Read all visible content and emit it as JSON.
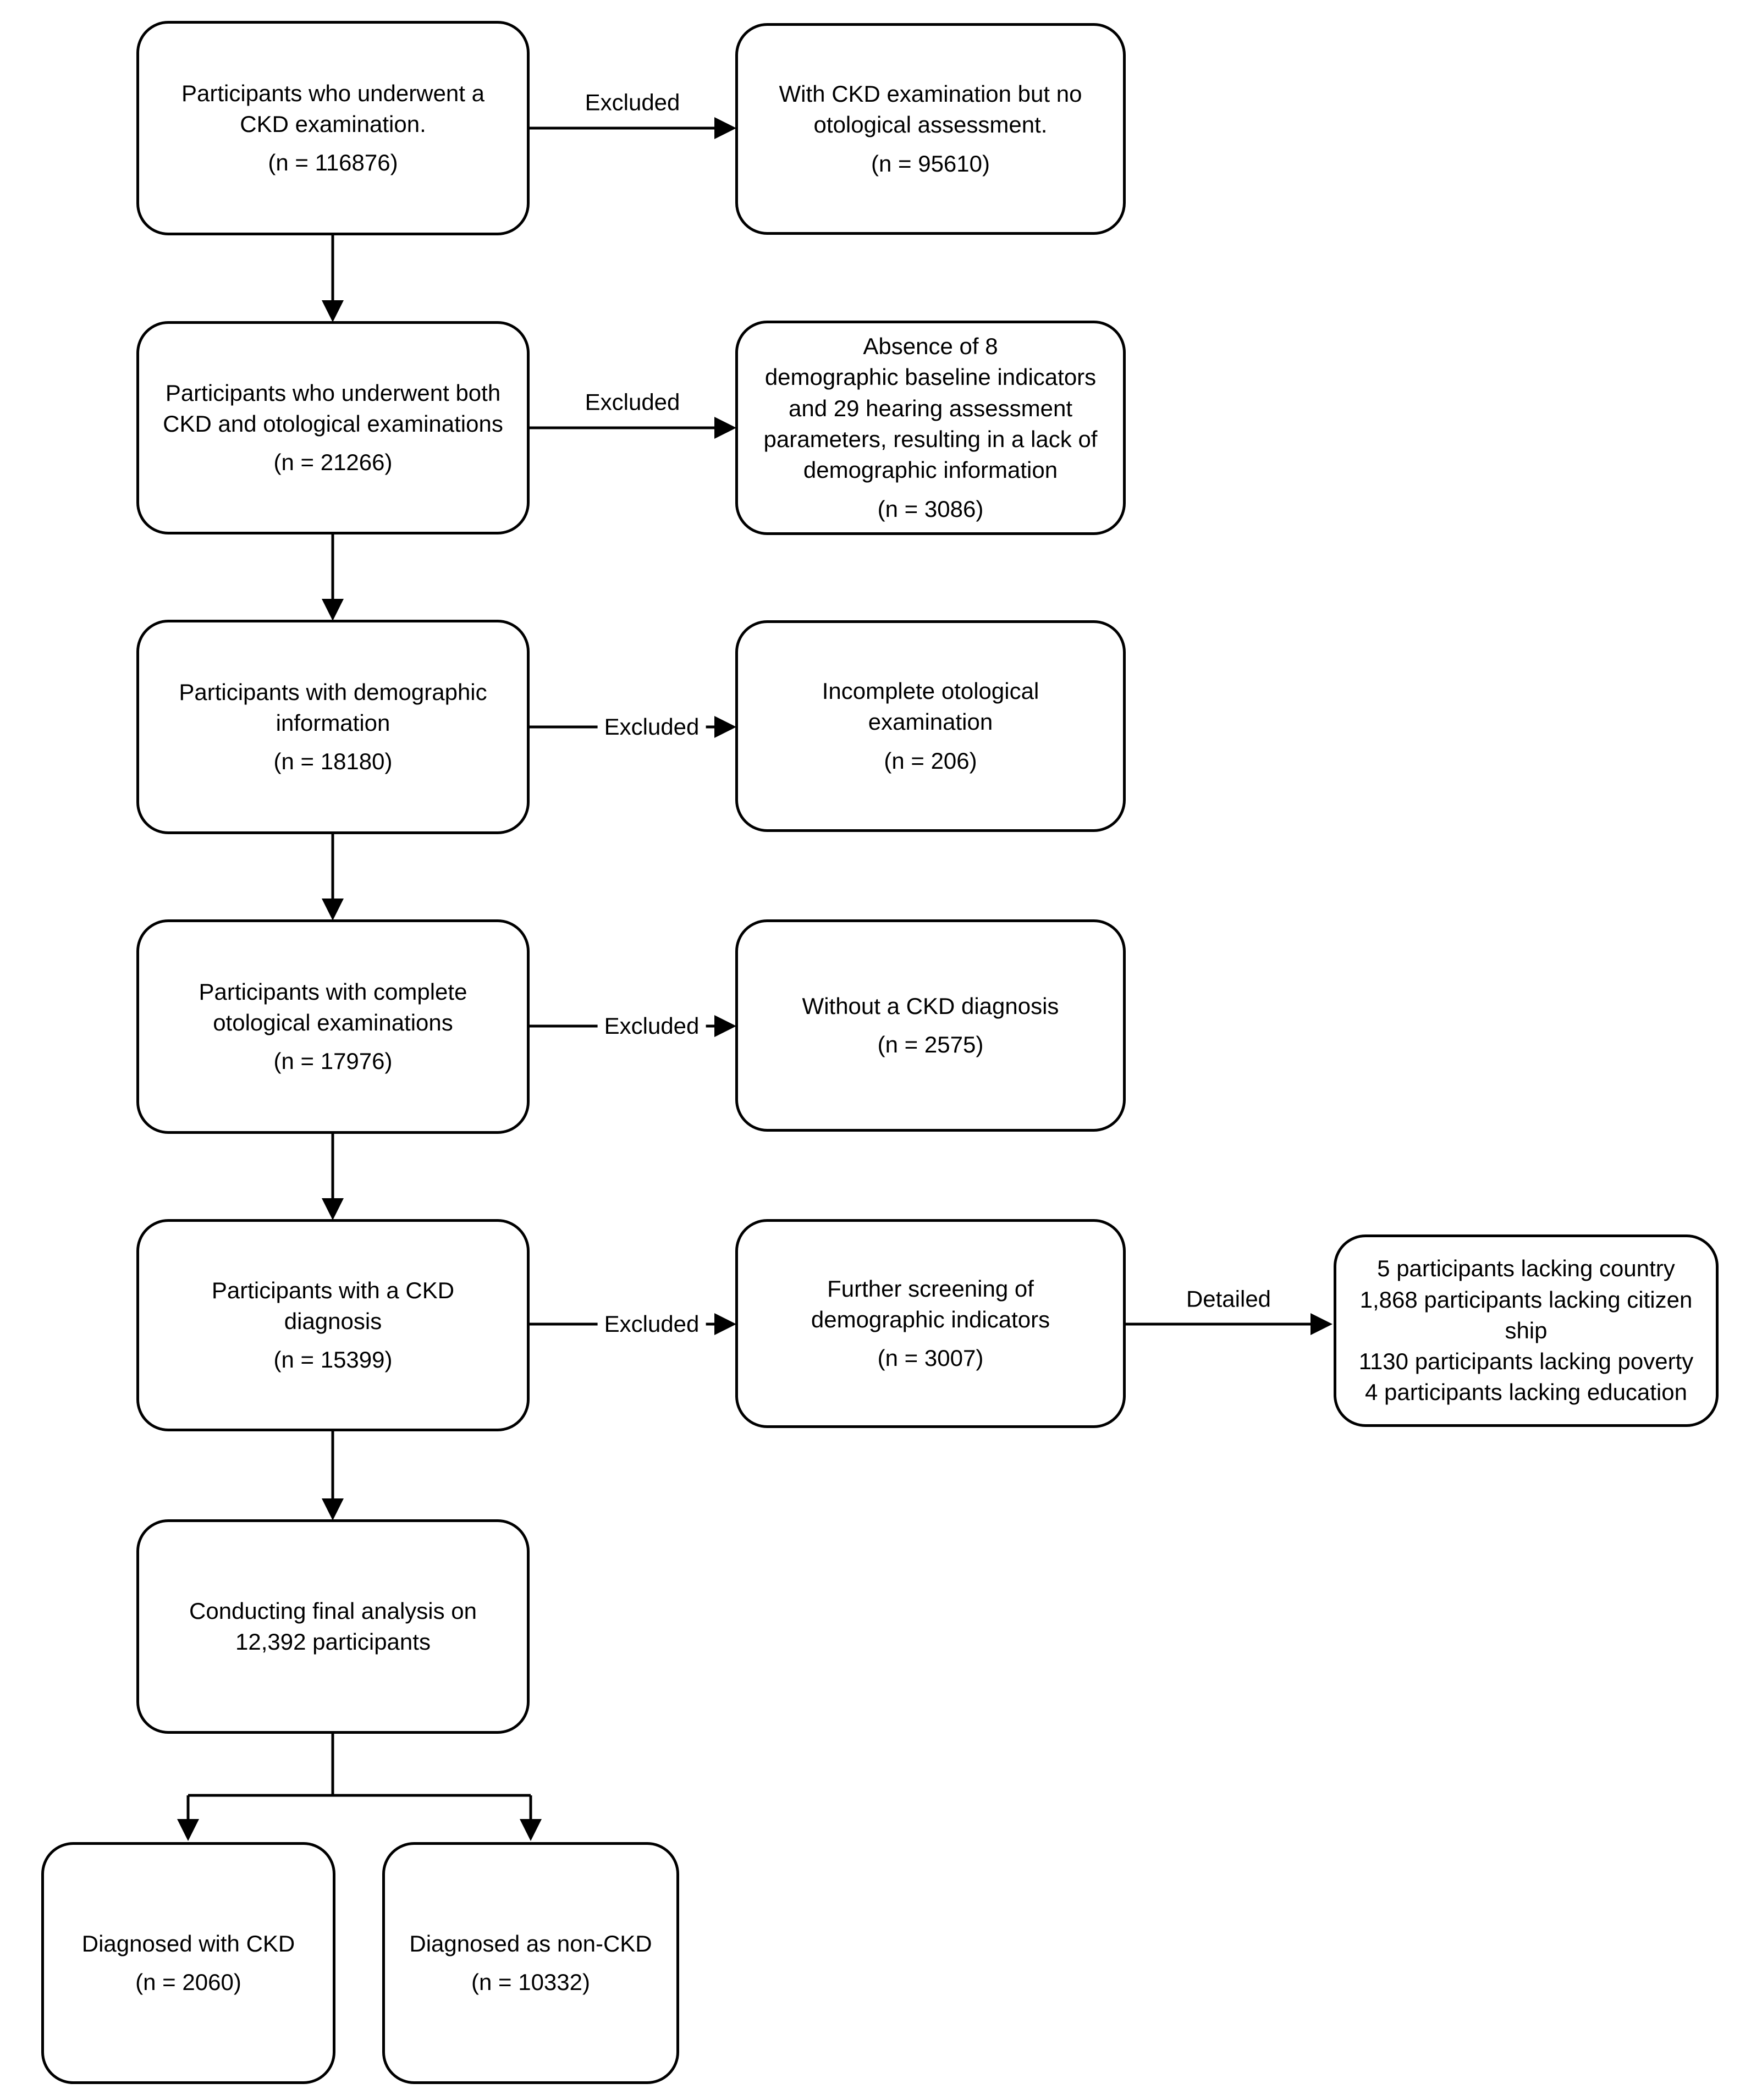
{
  "figure": {
    "background_color": "#ffffff",
    "box_border_color": "#000000",
    "text_color": "#000000"
  },
  "main_column": [
    {
      "text": "Participants who underwent a\nCKD examination.",
      "n": "(n = 116876)"
    },
    {
      "text": "Participants who underwent both\nCKD and otological examinations",
      "n": "(n = 21266)"
    },
    {
      "text": "Participants with demographic\ninformation",
      "n": "(n = 18180)"
    },
    {
      "text": "Participants with complete\notological examinations",
      "n": "(n = 17976)"
    },
    {
      "text": "Participants with a CKD\ndiagnosis",
      "n": "(n = 15399)"
    },
    {
      "text": "Conducting final analysis on\n12,392 participants",
      "n": ""
    }
  ],
  "excluded_column": [
    {
      "text": "With CKD examination but no\notological assessment.",
      "n": "(n = 95610)"
    },
    {
      "text": "Absence of 8\ndemographic baseline indicators\nand 29 hearing assessment\nparameters, resulting in a lack of\ndemographic information",
      "n": "(n = 3086)"
    },
    {
      "text": "Incomplete otological\nexamination",
      "n": "(n = 206)"
    },
    {
      "text": "Without a CKD diagnosis",
      "n": "(n = 2575)"
    },
    {
      "text": "Further screening of\ndemographic indicators",
      "n": "(n = 3007)"
    }
  ],
  "detail_box": {
    "text": "5 participants lacking country\n1,868 participants lacking citizen\nship\n1130 participants lacking poverty\n4 participants lacking education",
    "n": ""
  },
  "bottom_row": [
    {
      "text": "Diagnosed with CKD",
      "n": "(n = 2060)"
    },
    {
      "text": "Diagnosed as non-CKD",
      "n": "(n = 10332)"
    }
  ],
  "arrow_labels": {
    "row1": "Excluded",
    "row2": "Excluded",
    "row3": "Excluded",
    "row4": "Excluded",
    "row5": "Excluded",
    "detail": "Detailed"
  }
}
